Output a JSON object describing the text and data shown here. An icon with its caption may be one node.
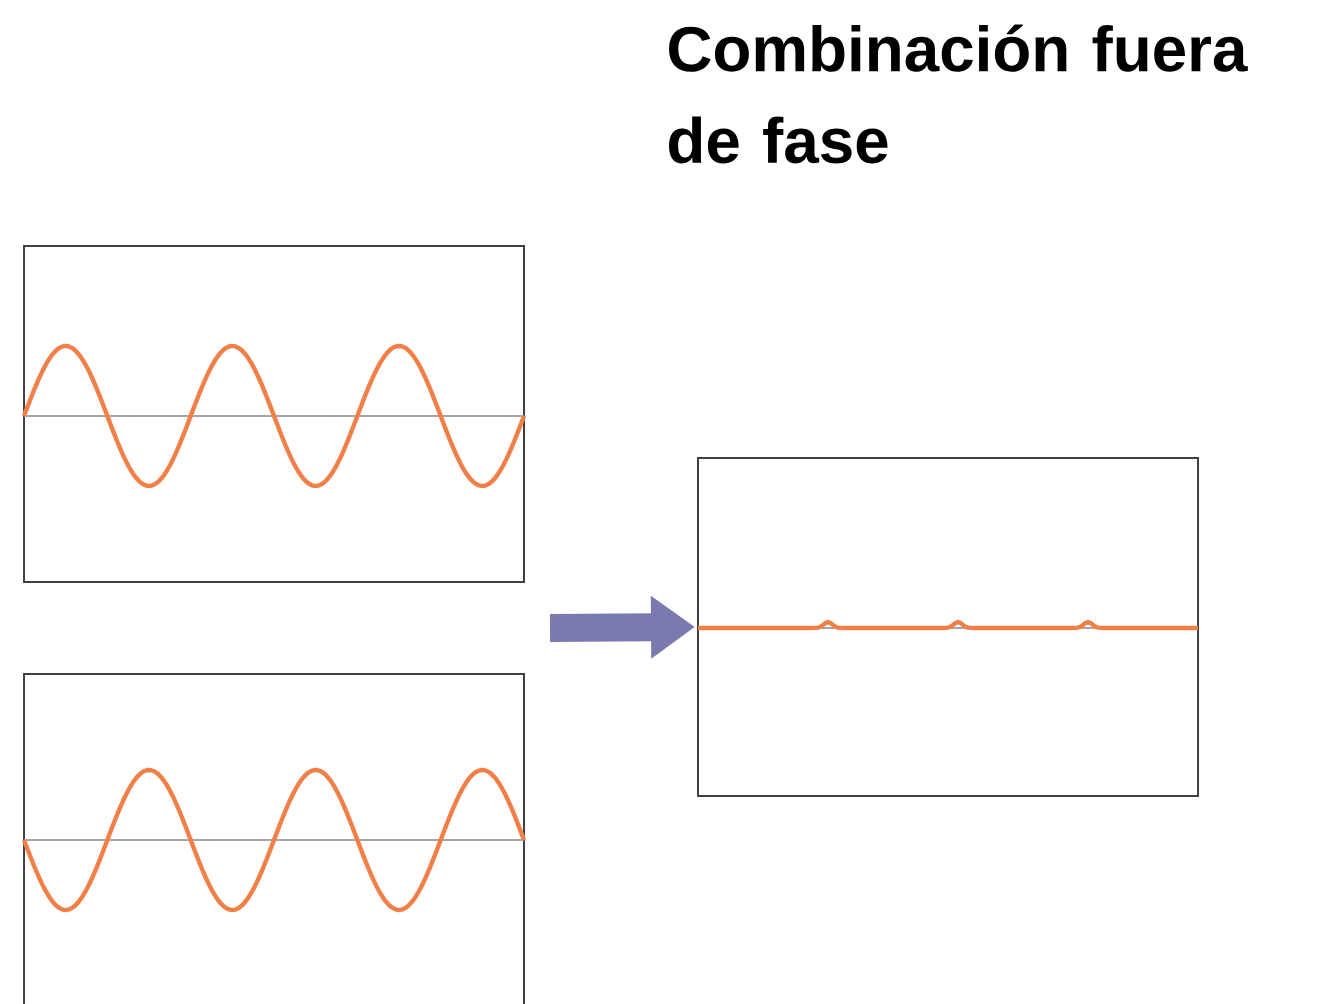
{
  "diagram": {
    "title": "Combinación fuera de fase",
    "nodes": [
      {
        "text": [],
        "shape": "box"
      },
      {
        "text": [],
        "shape": "box"
      },
      {
        "text": [],
        "shape": "box"
      }
    ],
    "edges": [
      {
        "from": null,
        "to": 2,
        "arrow": "to"
      }
    ]
  }
}
